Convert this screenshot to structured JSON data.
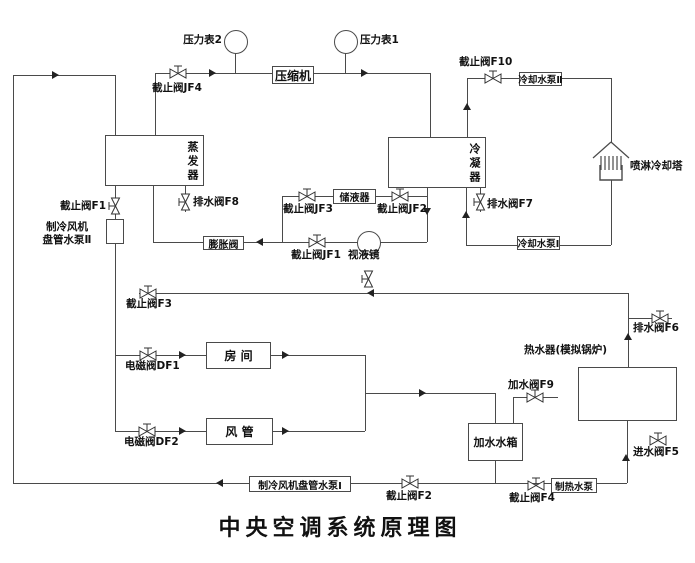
{
  "title": "中央空调系统原理图",
  "components": {
    "gauge2": "压力表2",
    "gauge1": "压力表1",
    "compressor": "压缩机",
    "evaporator": "蒸发器",
    "condenser": "冷凝器",
    "receiver": "储液器",
    "expansion_valve": "膨胀阀",
    "sight_glass": "视液镜",
    "cooling_tower": "喷淋冷却塔",
    "cooling_pump_1": "冷却水泵Ⅰ",
    "cooling_pump_2": "冷却水泵Ⅱ",
    "fan_coil_pump_1": "制冷风机盘管水泵Ⅰ",
    "fan_coil_pump_2_line1": "制冷风机",
    "fan_coil_pump_2_line2": "盘管水泵Ⅱ",
    "heating_pump": "制热水泵",
    "room": "房  间",
    "duct": "风  管",
    "water_tank": "加水水箱",
    "boiler": "热水器(模拟锅炉)"
  },
  "valves": {
    "jf4": "截止阀JF4",
    "f10": "截止阀F10",
    "jf3": "截止阀JF3",
    "jf2": "截止阀JF2",
    "jf1": "截止阀JF1",
    "f1": "截止阀F1",
    "f8": "排水阀F8",
    "f7": "排水阀F7",
    "f3": "截止阀F3",
    "f6": "排水阀F6",
    "df1": "电磁阀DF1",
    "df2": "电磁阀DF2",
    "f9": "加水阀F9",
    "f5": "进水阀F5",
    "f2": "截止阀F2",
    "f4": "截止阀F4"
  }
}
